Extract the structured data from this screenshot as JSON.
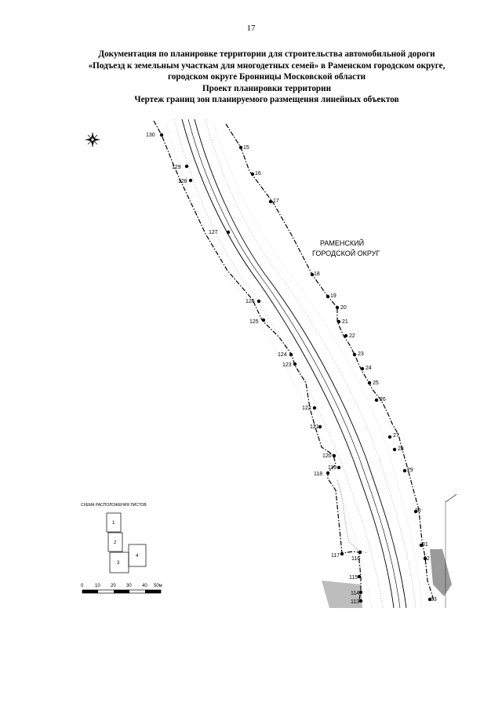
{
  "page_number": "17",
  "title": {
    "line1": "Документация по планировке территории для строительства автомобильной дороги",
    "line2": "«Подъезд к земельным участкам для многодетных семей» в Раменском городском округе,",
    "line3": "городском округе Бронницы Московской области",
    "line4": "Проект планировки территории",
    "line5": "Чертеж границ зон планируемого размещения линейных объектов"
  },
  "map": {
    "region_label_line1": "РАМЕНСКИЙ",
    "region_label_line2": "ГОРОДСКОЙ ОКРУГ",
    "compass_icon": "compass-rose-icon",
    "right_points": [
      "15",
      "16",
      "17",
      "18",
      "19",
      "20",
      "21",
      "22",
      "23",
      "24",
      "25",
      "26",
      "27",
      "28",
      "29",
      "30",
      "31",
      "32",
      "33"
    ],
    "left_points": [
      "130",
      "129",
      "128",
      "127",
      "126",
      "125",
      "124",
      "123",
      "122",
      "121",
      "120",
      "119",
      "118",
      "117",
      "116",
      "115",
      "114",
      "113"
    ]
  },
  "scheme": {
    "title": "СХЕМА РАСПОЛОЖЕНИЯ ЛИСТОВ",
    "sheets": [
      "1",
      "2",
      "3",
      "4"
    ]
  },
  "scale_bar": {
    "ticks": [
      "0",
      "10",
      "20",
      "30",
      "40",
      "50м"
    ]
  }
}
